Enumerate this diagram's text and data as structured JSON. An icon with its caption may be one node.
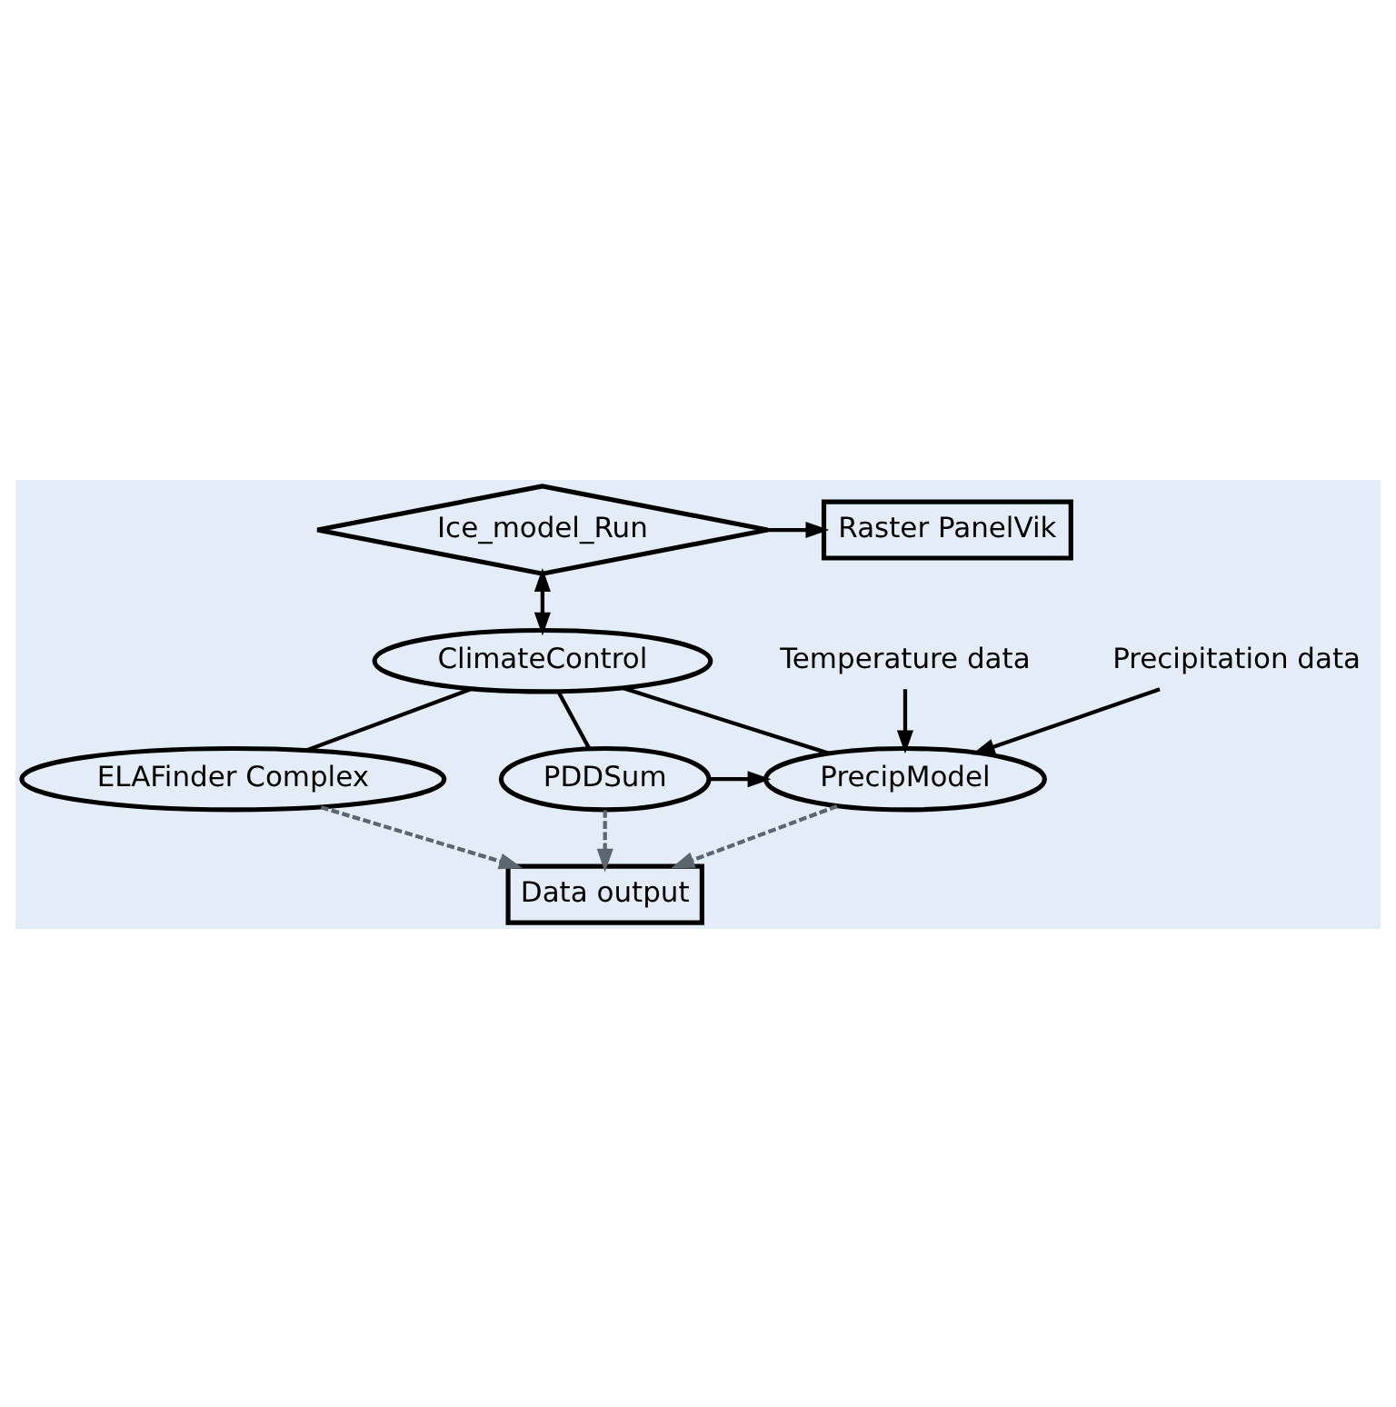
{
  "diagram": {
    "nodes": [
      {
        "text": [
          "Ice_model_Run"
        ]
      },
      {
        "text": [
          "Raster PanelVik"
        ]
      },
      {
        "text": [
          "ClimateControl"
        ]
      },
      {
        "text": [
          "Data output"
        ]
      },
      {
        "text": [
          "ELAFinder Complex"
        ]
      },
      {
        "text": [
          "PDDSum"
        ]
      },
      {
        "text": [
          "PrecipModel"
        ]
      },
      {
        "text": [
          "Temperature data"
        ]
      },
      {
        "text": [
          "Precipitation data"
        ]
      }
    ],
    "edges": [
      {
        "from": 0,
        "to": 1,
        "arrow": "to"
      },
      {
        "from": 0,
        "to": 2,
        "arrow": "both"
      },
      {
        "from": 2,
        "to": 5,
        "arrow": "none"
      },
      {
        "from": 2,
        "to": 6,
        "arrow": "none"
      },
      {
        "from": 2,
        "to": 4,
        "arrow": "none"
      },
      {
        "from": 5,
        "to": 3,
        "arrow": "to",
        "style": "dashed",
        "color": "#5c6670"
      },
      {
        "from": 6,
        "to": 3,
        "arrow": "to",
        "style": "dashed",
        "color": "#5c6670"
      },
      {
        "from": 4,
        "to": 3,
        "arrow": "to",
        "style": "dashed",
        "color": "#5c6670"
      },
      {
        "from": 5,
        "to": 6,
        "arrow": "to"
      },
      {
        "from": 7,
        "to": 6,
        "arrow": "to"
      },
      {
        "from": 8,
        "to": 6,
        "arrow": "to"
      }
    ]
  }
}
